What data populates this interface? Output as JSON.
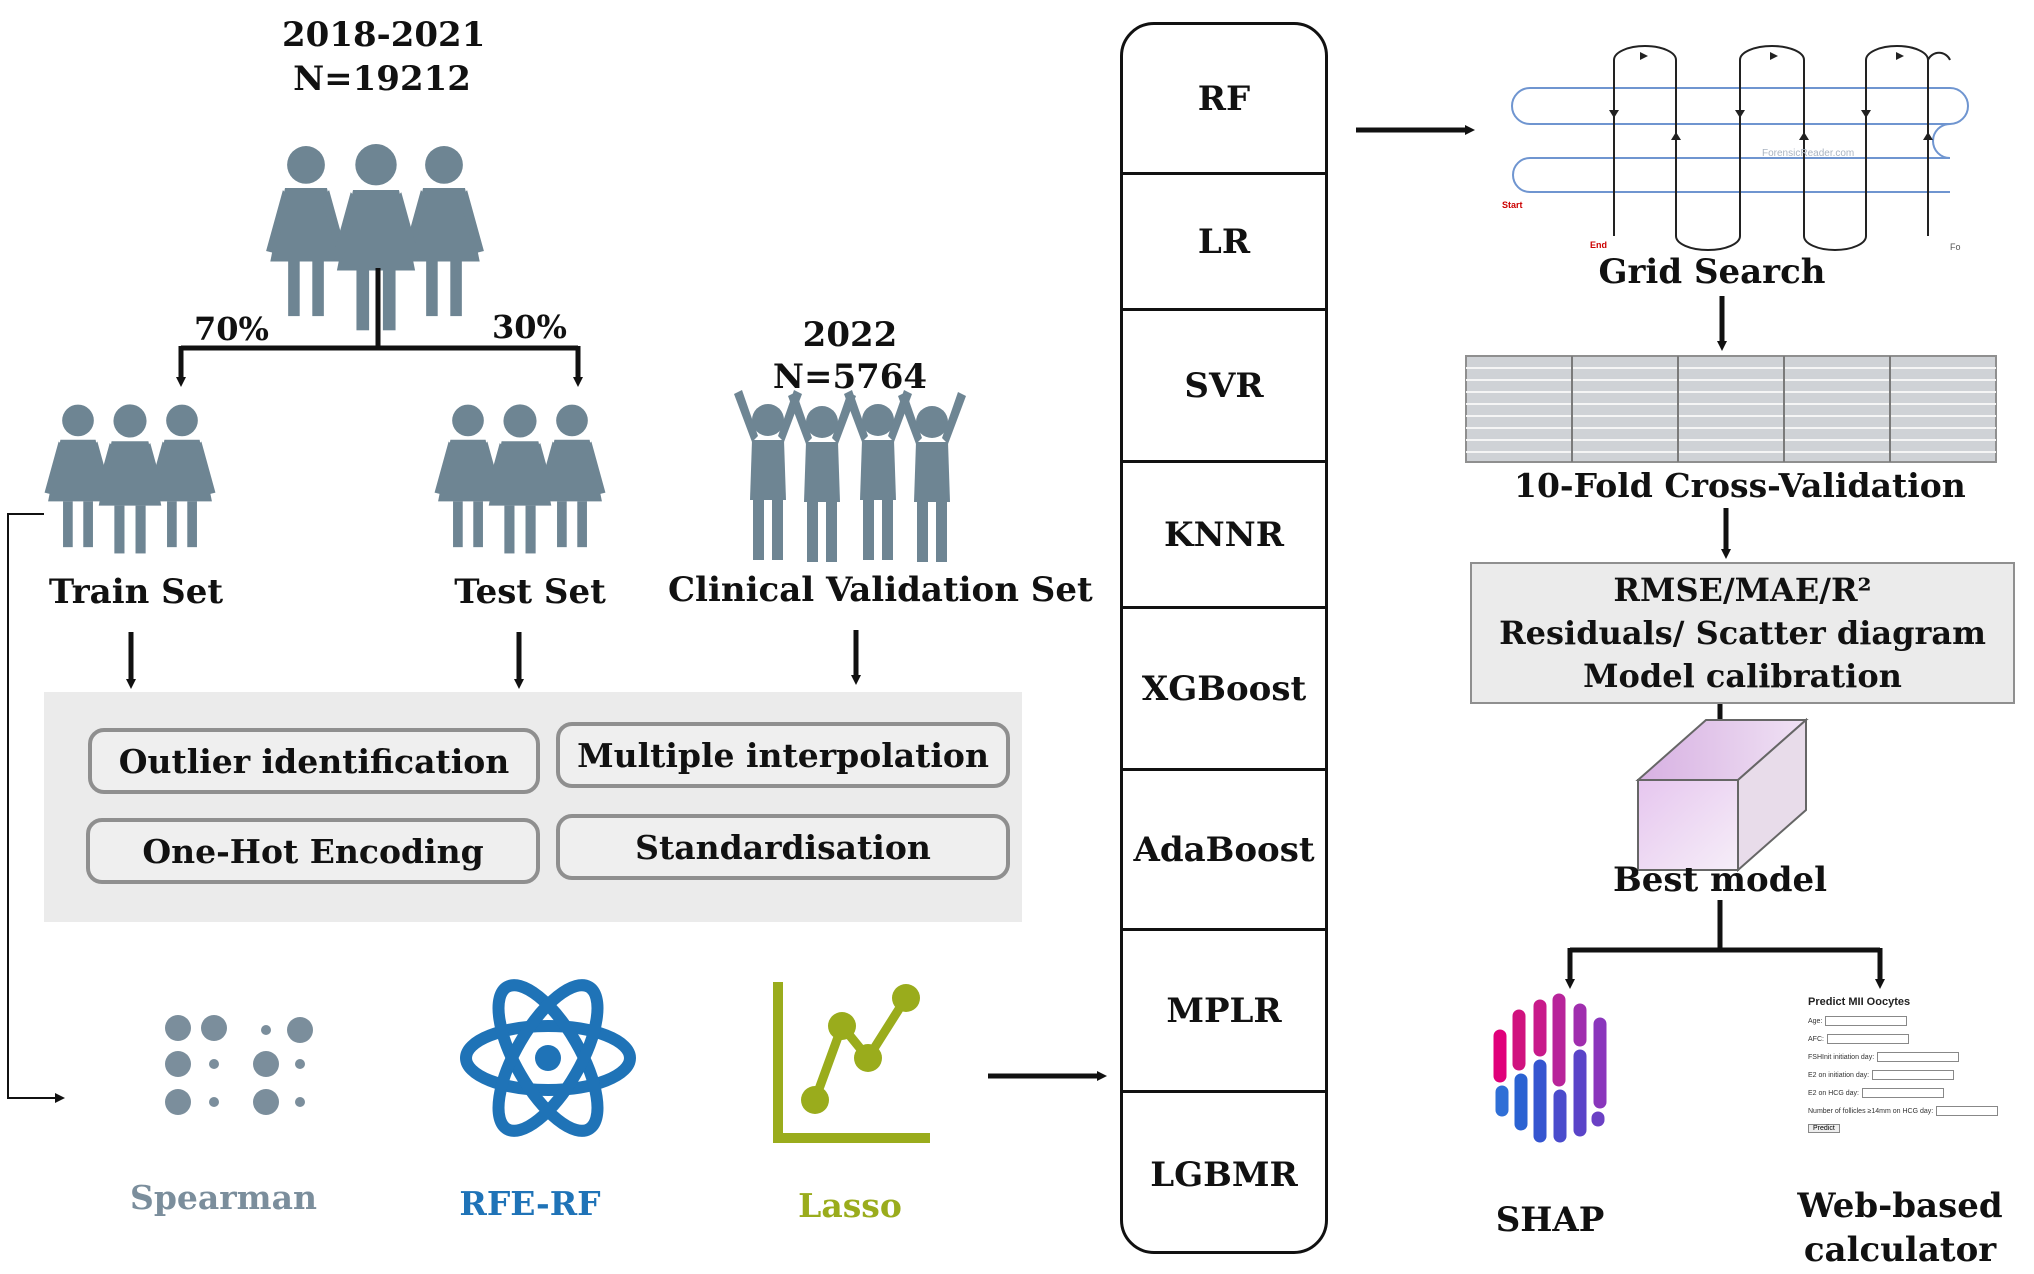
{
  "cohort": {
    "years": "2018-2021",
    "n": "N=19212"
  },
  "split": {
    "train_pct": "70%",
    "test_pct": "30%"
  },
  "validation": {
    "year": "2022",
    "n": "N=5764"
  },
  "sets": {
    "train": "Train Set",
    "test": "Test Set",
    "clinical": "Clinical Validation Set"
  },
  "preprocessing": {
    "outlier": "Outlier identification",
    "interpolation": "Multiple interpolation",
    "onehot": "One-Hot Encoding",
    "standard": "Standardisation"
  },
  "feature_selection": {
    "spearman": "Spearman",
    "rferf": "RFE-RF",
    "lasso": "Lasso"
  },
  "models": [
    "RF",
    "LR",
    "SVR",
    "KNNR",
    "XGBoost",
    "AdaBoost",
    "MPLR",
    "LGBMR"
  ],
  "tuning": {
    "grid": "Grid Search",
    "grid_start": "Start",
    "grid_end": "End",
    "grid_watermark": "ForensicReader.com",
    "grid_corner": "Fo",
    "cv": "10-Fold Cross-Validation"
  },
  "evaluation": {
    "line1": "RMSE/MAE/R²",
    "line2": "Residuals/ Scatter diagram",
    "line3": "Model calibration"
  },
  "best": "Best model",
  "outputs": {
    "shap": "SHAP",
    "calc_line1": "Web-based",
    "calc_line2": "calculator"
  },
  "calculator_form": {
    "title": "Predict MII Oocytes",
    "fields": [
      "Age:",
      "AFC:",
      "FSHInit initiation day:",
      "E2 on initiation day:",
      "E2 on HCG day:",
      "Number of follicles ≥14mm on HCG day:"
    ],
    "button": "Predict"
  },
  "colors": {
    "people": "#6e8593",
    "spearman": "#7b8e9c",
    "rferf": "#1f73b7",
    "lasso": "#9aac1c",
    "grid_line": "#6f95d0",
    "panel": "#ebebeb"
  }
}
